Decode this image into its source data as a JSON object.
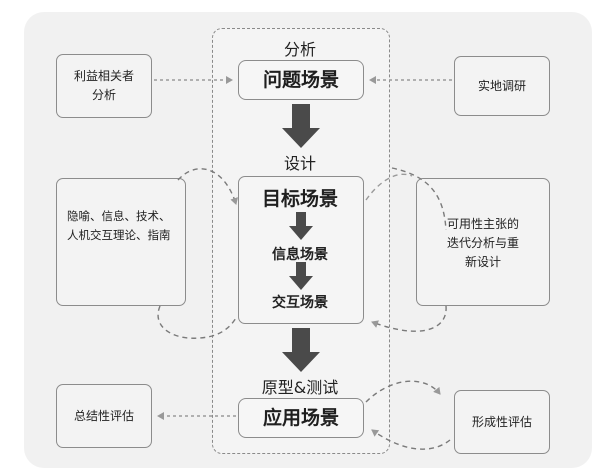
{
  "stages": {
    "analysis": "分析",
    "design": "设计",
    "prototype": "原型&测试"
  },
  "scenes": {
    "problem": "问题场景",
    "goal": "目标场景",
    "info": "信息场景",
    "interaction": "交互场景",
    "application": "应用场景"
  },
  "inputs": {
    "stakeholder": "利益相关者\n分析",
    "field_research": "实地调研",
    "metaphor": "隐喻、信息、技术、\n人机交互理论、指南",
    "usability": "可用性主张的\n迭代分析与重\n新设计",
    "summative": "总结性评估",
    "formative": "形成性评估"
  }
}
